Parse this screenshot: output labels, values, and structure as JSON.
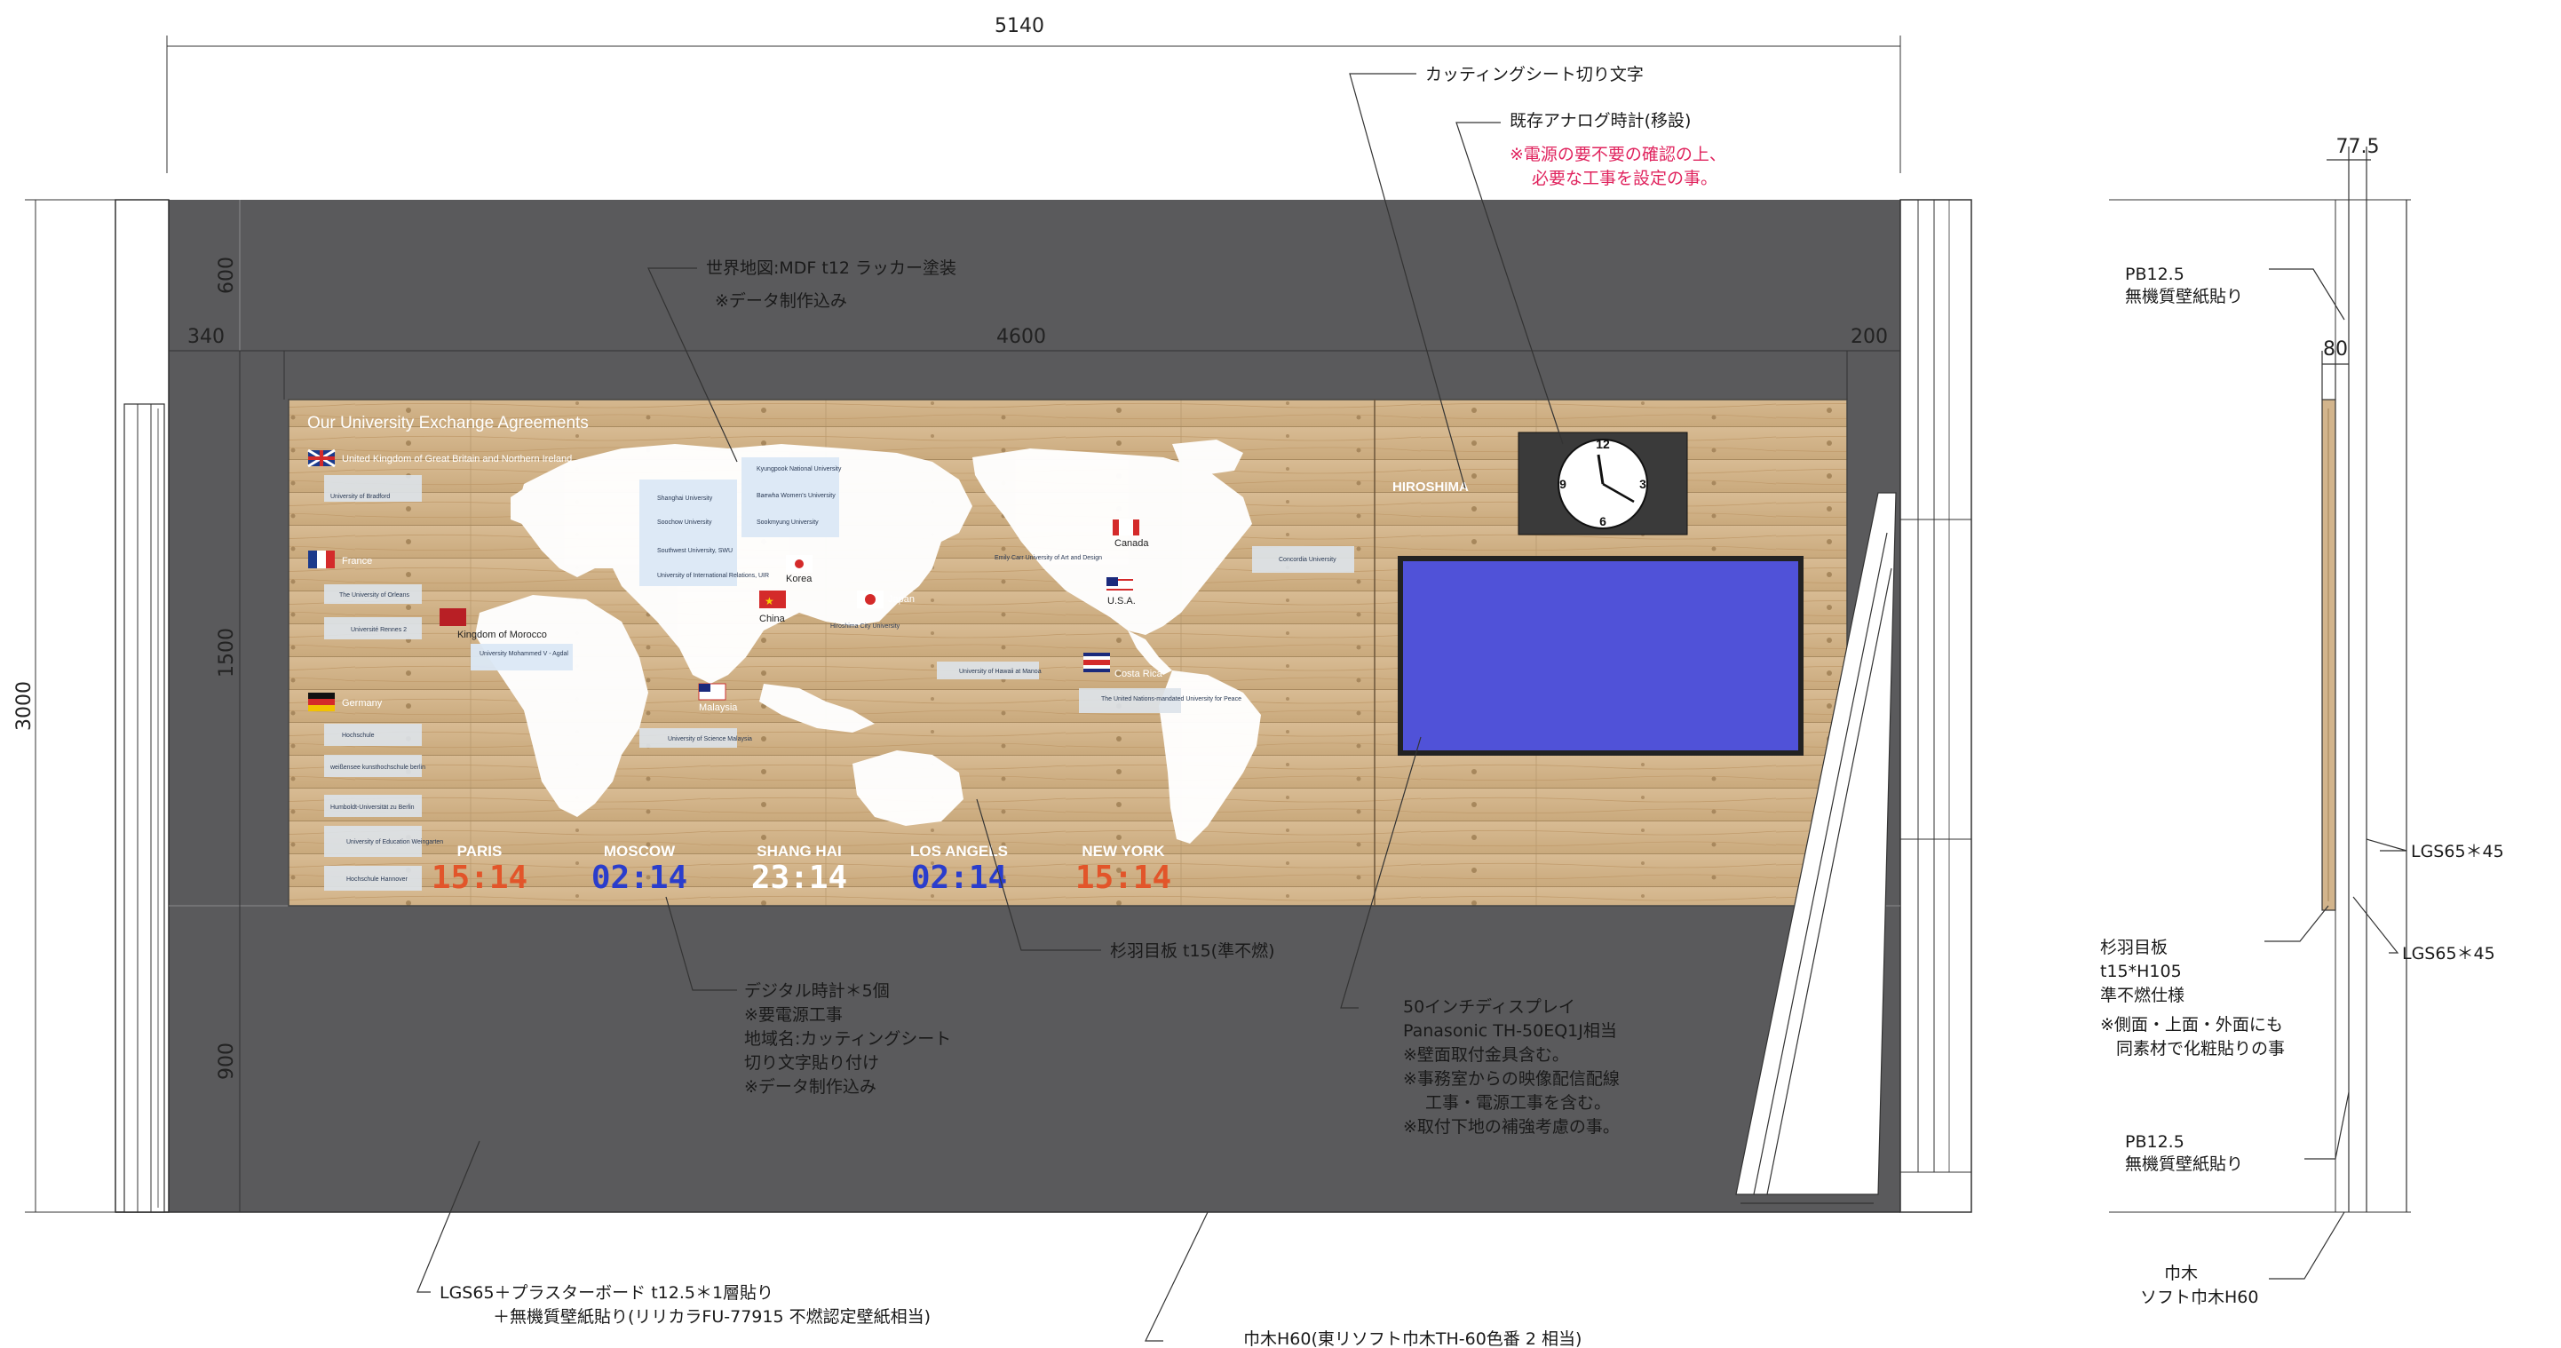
{
  "dimensions": {
    "total_width": "5140",
    "left_margin": "340",
    "map_width": "4600",
    "right_margin": "200",
    "total_height": "3000",
    "top_height": "600",
    "panel_height": "1500",
    "bottom_height": "900",
    "side_depth": "77.5",
    "side_offset": "80"
  },
  "panel": {
    "title": "Our University Exchange Agreements",
    "hiroshima_label": "HIROSHIMA"
  },
  "cities": [
    {
      "name": "PARIS",
      "time": "15:14",
      "color": "#e2552a"
    },
    {
      "name": "MOSCOW",
      "time": "02:14",
      "color": "#2a3dcc"
    },
    {
      "name": "SHANG HAI",
      "time": "23:14",
      "color": "#ffffff"
    },
    {
      "name": "LOS ANGELS",
      "time": "02:14",
      "color": "#2a3dcc"
    },
    {
      "name": "NEW YORK",
      "time": "15:14",
      "color": "#e2552a"
    }
  ],
  "countries": {
    "uk": "United Kingdom of Great Britain and Northern Ireland",
    "france": "France",
    "morocco": "Kingdom of Morocco",
    "germany": "Germany",
    "korea": "Korea",
    "china": "China",
    "japan": "Japan",
    "malaysia": "Malaysia",
    "canada": "Canada",
    "usa": "U.S.A.",
    "costa_rica": "Costa Rica"
  },
  "universities": {
    "bradford": "University of Bradford",
    "orleans": "The University of Orleans",
    "rennes": "Université Rennes 2",
    "mohammed": "University Mohammed V - Agdal",
    "shanghai": "Shanghai University",
    "soochow": "Soochow University",
    "southwest": "Southwest University, SWU",
    "uibe": "University of International Relations, UIR",
    "kyungpook": "Kyungpook National University",
    "baewha": "Baewha Women's University",
    "sookmyung": "Sookmyung University",
    "hiroshima_city": "Hiroshima City University",
    "science_malaysia": "University of Science Malaysia",
    "emily_carr": "Emily Carr University of Art and Design",
    "hawaii": "University of Hawaii at Manoa",
    "upeace": "The United Nations-mandated University for Peace",
    "concordia": "Concordia University",
    "de1": "Hochschule",
    "de2": "weißensee kunsthochschule berlin",
    "de3": "Humboldt-Universität zu Berlin",
    "de4": "University of Education Weingarten",
    "de5": "Hochschule Hannover"
  },
  "callouts": {
    "cutting_sheet": "カッティングシート切り文字",
    "analog_clock": "既存アナログ時計(移設)",
    "power_note_1": "※電源の要不要の確認の上、",
    "power_note_2": "必要な工事を設定の事。",
    "world_map_1": "世界地図:MDF t12 ラッカー塗装",
    "world_map_2": "※データ制作込み",
    "cedar": "杉羽目板 t15(準不燃)",
    "digital_clock_1": "デジタル時計＊5個",
    "digital_clock_2": "※要電源工事",
    "digital_clock_3": "地域名:カッティングシート",
    "digital_clock_4": "切り文字貼り付け",
    "digital_clock_5": "※データ制作込み",
    "display_1": "50インチディスプレイ",
    "display_2": "Panasonic TH-50EQ1J相当",
    "display_3": "※壁面取付金具含む。",
    "display_4": "※事務室からの映像配信配線",
    "display_5": "工事・電源工事を含む。",
    "display_6": "※取付下地の補強考慮の事。",
    "lgs_board_1": "LGS65＋プラスターボード t12.5＊1層貼り",
    "lgs_board_2": "＋無機質壁紙貼り(リリカラFU-77915 不燃認定壁紙相当)",
    "baseboard": "巾木H60(東リソフト巾木TH-60色番 2 相当)",
    "pb_top_1": "PB12.5",
    "pb_top_2": "無機質壁紙貼り",
    "lgs_right_1": "LGS65＊45",
    "lgs_right_2": "LGS65＊45",
    "cedar_side_1": "杉羽目板",
    "cedar_side_2": "t15*H105",
    "cedar_side_3": "準不燃仕様",
    "cedar_side_4": "※側面・上面・外面にも",
    "cedar_side_5": "同素材で化粧貼りの事",
    "pb_bottom_1": "PB12.5",
    "pb_bottom_2": "無機質壁紙貼り",
    "baseboard_side_1": "巾木",
    "baseboard_side_2": "ソフト巾木H60"
  },
  "colors": {
    "wall": "#58585a",
    "wood": "#d2b48c",
    "display": "#5052d8",
    "accent_red": "#e0245e"
  }
}
